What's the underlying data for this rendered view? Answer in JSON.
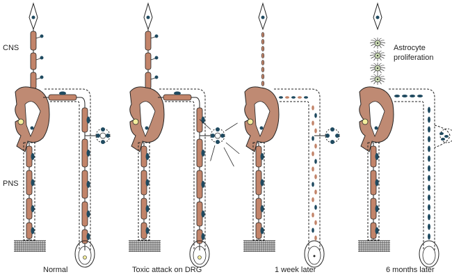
{
  "side_labels": {
    "cns": "CNS",
    "pns": "PNS"
  },
  "panels": [
    {
      "state": "normal",
      "caption": "Normal"
    },
    {
      "state": "toxic",
      "caption": "Toxic attack on DRG"
    },
    {
      "state": "week",
      "caption": "1 week later"
    },
    {
      "state": "months",
      "caption": "6 months later"
    }
  ],
  "annotation": {
    "line1": "Astrocyte",
    "line2": "proliferation"
  },
  "colors": {
    "myelin": "#c2846a",
    "cord": "#bf8a73",
    "nucleus": "#1f4a60",
    "soma": "#f3ec9c",
    "astro": "#cfe0b8"
  }
}
